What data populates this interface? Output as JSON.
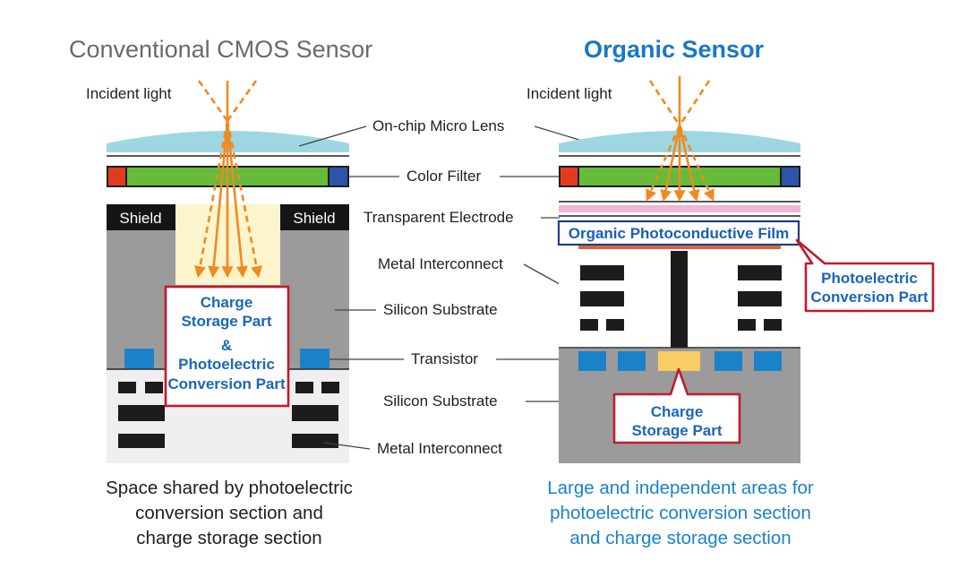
{
  "left": {
    "title": "Conventional CMOS Sensor",
    "incident_light": "Incident light",
    "shield_left": "Shield",
    "shield_right": "Shield",
    "box_line1": "Charge",
    "box_line2": "Storage Part",
    "box_line3": "&",
    "box_line4": "Photoelectric",
    "box_line5": "Conversion Part",
    "caption_line1": "Space shared by photoelectric",
    "caption_line2": "conversion section and",
    "caption_line3": "charge storage section"
  },
  "right": {
    "title": "Organic Sensor",
    "incident_light": "Incident light",
    "film": "Organic Photoconductive Film",
    "pc_line1": "Photoelectric",
    "pc_line2": "Conversion Part",
    "cs_line1": "Charge",
    "cs_line2": "Storage Part",
    "caption_line1": "Large and independent areas for",
    "caption_line2": "photoelectric conversion section",
    "caption_line3": "and charge storage section"
  },
  "labels": {
    "micro_lens": "On-chip Micro Lens",
    "color_filter": "Color Filter",
    "transparent_electrode": "Transparent Electrode",
    "metal_interconnect_top": "Metal Interconnect",
    "silicon_substrate_top": "Silicon Substrate",
    "transistor": "Transistor",
    "silicon_substrate_bottom": "Silicon Substrate",
    "metal_interconnect_bottom": "Metal Interconnect"
  },
  "colors": {
    "lens": "#9ed7e2",
    "green_filter": "#66bb3a",
    "red_filter": "#e33b22",
    "blue_filter": "#2a55a8",
    "silicon": "#9b9b9b",
    "metal": "#1c1c1c",
    "transistor": "#1a82c8",
    "light": "#f08a1e",
    "highlight_box": "#c21a2c",
    "storage_glow": "#fcf4cc",
    "charge_pad": "#f8cd62",
    "electrode_pink": "#f0b6d6",
    "film_border": "#1a3e8a"
  }
}
